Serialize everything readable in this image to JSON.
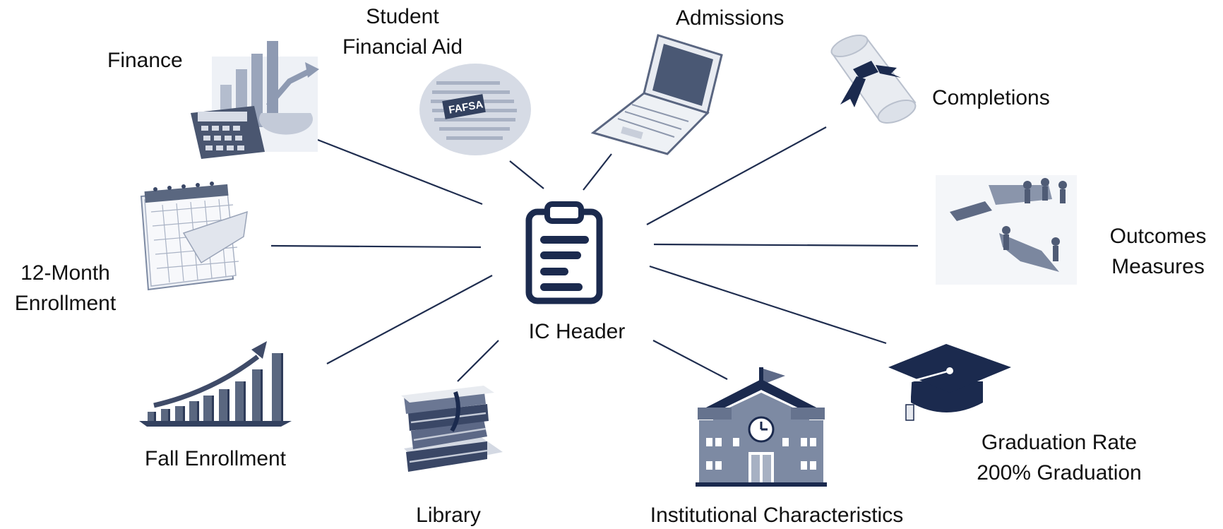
{
  "center": {
    "label": "IC Header",
    "icon": "clipboard-icon"
  },
  "components": {
    "finance": {
      "label": "Finance",
      "icon": "finance-calculator-chart-icon"
    },
    "student_financial_aid": {
      "line1": "Student",
      "line2": "Financial Aid",
      "icon": "fafsa-form-icon",
      "icon_text": "FAFSA"
    },
    "admissions": {
      "label": "Admissions",
      "icon": "laptop-icon"
    },
    "completions": {
      "label": "Completions",
      "icon": "diploma-scroll-icon"
    },
    "outcome_measures": {
      "line1": "Outcomes",
      "line2": "Measures",
      "icon": "puzzle-success-icon"
    },
    "graduation_rate": {
      "line1": "Graduation Rate",
      "line2": "200% Graduation",
      "icon": "graduation-cap-icon"
    },
    "institutional_characteristics": {
      "label": "Institutional Characteristics",
      "icon": "school-building-icon"
    },
    "library": {
      "label": "Library",
      "icon": "book-stack-icon"
    },
    "fall_enrollment": {
      "label": "Fall Enrollment",
      "icon": "growth-bar-chart-icon"
    },
    "twelve_month_enrollment": {
      "line1": "12-Month",
      "line2": "Enrollment",
      "icon": "calendar-icon"
    }
  },
  "colors": {
    "navy": "#1b2a4e",
    "slate": "#7d8aa3",
    "line": "#1f2d4f"
  }
}
